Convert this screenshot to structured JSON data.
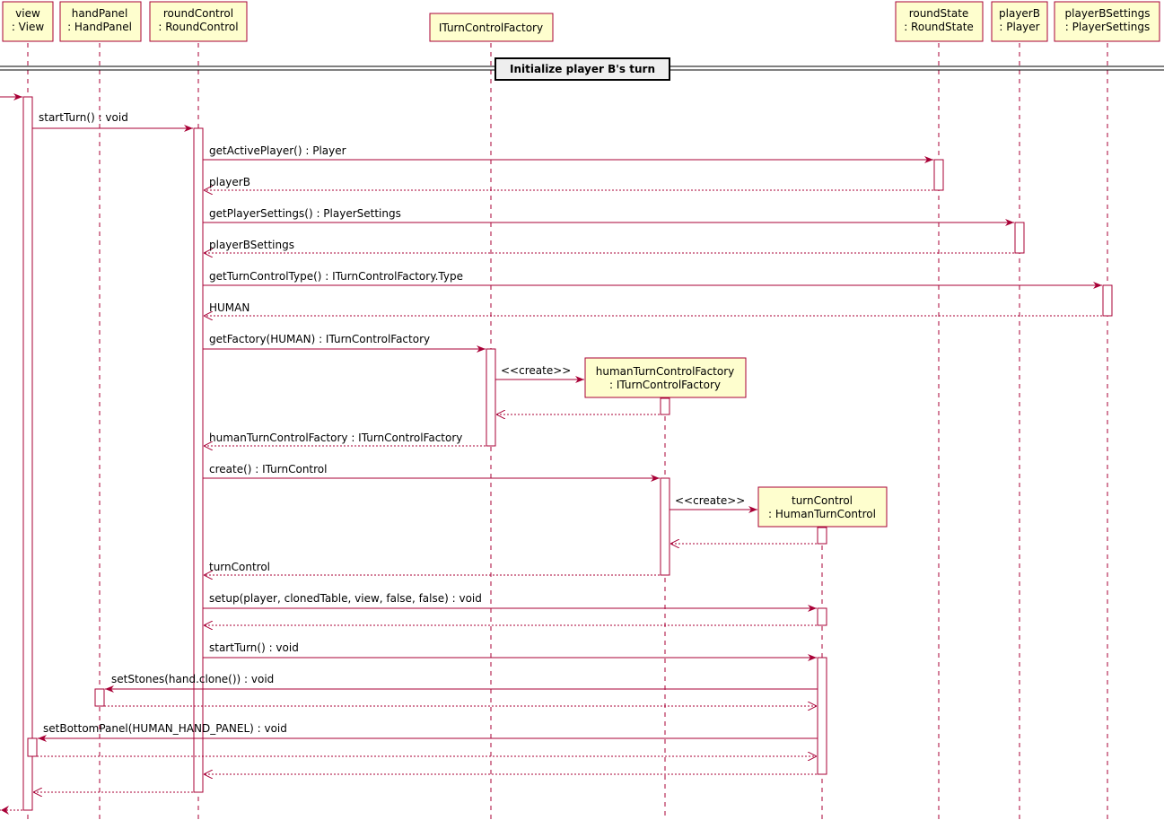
{
  "colors": {
    "line": "#A80036",
    "box_fill": "#FEFECE",
    "activation_fill": "#FFFFFF",
    "text": "#000000"
  },
  "partition": {
    "title": "Initialize player B's turn"
  },
  "participants": [
    {
      "id": "view",
      "line1": "view",
      "line2": ": View"
    },
    {
      "id": "handPanel",
      "line1": "handPanel",
      "line2": ": HandPanel"
    },
    {
      "id": "roundControl",
      "line1": "roundControl",
      "line2": ": RoundControl"
    },
    {
      "id": "factory",
      "line1": "ITurnControlFactory",
      "line2": ""
    },
    {
      "id": "roundState",
      "line1": "roundState",
      "line2": ": RoundState"
    },
    {
      "id": "playerB",
      "line1": "playerB",
      "line2": ": Player"
    },
    {
      "id": "playerBSettings",
      "line1": "playerBSettings",
      "line2": ": PlayerSettings"
    },
    {
      "id": "humanFactory",
      "line1": "humanTurnControlFactory",
      "line2": ": ITurnControlFactory"
    },
    {
      "id": "turnControl",
      "line1": "turnControl",
      "line2": ": HumanTurnControl"
    }
  ],
  "messages": [
    {
      "from": "external",
      "to": "view",
      "label": "",
      "kind": "call"
    },
    {
      "from": "view",
      "to": "roundControl",
      "label": "startTurn() : void",
      "kind": "call"
    },
    {
      "from": "roundControl",
      "to": "roundState",
      "label": "getActivePlayer() : Player",
      "kind": "call"
    },
    {
      "from": "roundState",
      "to": "roundControl",
      "label": "playerB",
      "kind": "return"
    },
    {
      "from": "roundControl",
      "to": "playerB",
      "label": "getPlayerSettings() : PlayerSettings",
      "kind": "call"
    },
    {
      "from": "playerB",
      "to": "roundControl",
      "label": "playerBSettings",
      "kind": "return"
    },
    {
      "from": "roundControl",
      "to": "playerBSettings",
      "label": "getTurnControlType() : ITurnControlFactory.Type",
      "kind": "call"
    },
    {
      "from": "playerBSettings",
      "to": "roundControl",
      "label": "HUMAN",
      "kind": "return"
    },
    {
      "from": "roundControl",
      "to": "factory",
      "label": "getFactory(HUMAN) : ITurnControlFactory",
      "kind": "call"
    },
    {
      "from": "factory",
      "to": "humanFactory",
      "label": "<<create>>",
      "kind": "create"
    },
    {
      "from": "humanFactory",
      "to": "factory",
      "label": "",
      "kind": "return"
    },
    {
      "from": "factory",
      "to": "roundControl",
      "label": "humanTurnControlFactory : ITurnControlFactory",
      "kind": "return"
    },
    {
      "from": "roundControl",
      "to": "humanFactory",
      "label": "create() : ITurnControl",
      "kind": "call"
    },
    {
      "from": "humanFactory",
      "to": "turnControl",
      "label": "<<create>>",
      "kind": "create"
    },
    {
      "from": "turnControl",
      "to": "humanFactory",
      "label": "",
      "kind": "return"
    },
    {
      "from": "humanFactory",
      "to": "roundControl",
      "label": "turnControl",
      "kind": "return"
    },
    {
      "from": "roundControl",
      "to": "turnControl",
      "label": "setup(player, clonedTable, view, false, false) : void",
      "kind": "call"
    },
    {
      "from": "turnControl",
      "to": "roundControl",
      "label": "",
      "kind": "return"
    },
    {
      "from": "roundControl",
      "to": "turnControl",
      "label": "startTurn() : void",
      "kind": "call"
    },
    {
      "from": "turnControl",
      "to": "handPanel",
      "label": "setStones(hand.clone()) : void",
      "kind": "call"
    },
    {
      "from": "handPanel",
      "to": "turnControl",
      "label": "",
      "kind": "return"
    },
    {
      "from": "turnControl",
      "to": "view",
      "label": "setBottomPanel(HUMAN_HAND_PANEL) : void",
      "kind": "call"
    },
    {
      "from": "view",
      "to": "turnControl",
      "label": "",
      "kind": "return"
    },
    {
      "from": "turnControl",
      "to": "roundControl",
      "label": "",
      "kind": "return"
    },
    {
      "from": "roundControl",
      "to": "view",
      "label": "",
      "kind": "return"
    },
    {
      "from": "view",
      "to": "external",
      "label": "",
      "kind": "return"
    }
  ]
}
